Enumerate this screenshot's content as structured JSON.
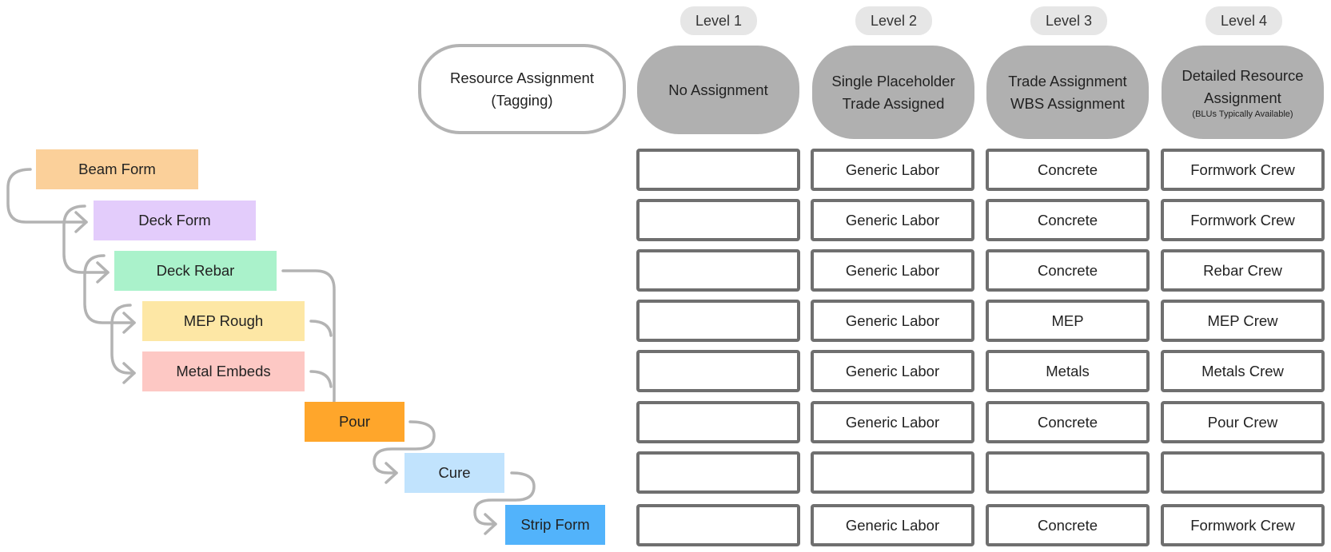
{
  "levels": [
    "Level 1",
    "Level 2",
    "Level 3",
    "Level 4"
  ],
  "resource_assignment": {
    "line1": "Resource Assignment",
    "line2": "(Tagging)"
  },
  "headers": [
    {
      "line1": "No Assignment",
      "line2": "",
      "note": ""
    },
    {
      "line1": "Single Placeholder",
      "line2": "Trade Assigned",
      "note": ""
    },
    {
      "line1": "Trade Assignment",
      "line2": "WBS Assignment",
      "note": ""
    },
    {
      "line1": "Detailed Resource",
      "line2": "Assignment",
      "note": "(BLUs Typically Available)"
    }
  ],
  "tasks": [
    {
      "label": "Beam Form",
      "color": "#fbd09a"
    },
    {
      "label": "Deck Form",
      "color": "#e3ccfb"
    },
    {
      "label": "Deck Rebar",
      "color": "#aaf2cb"
    },
    {
      "label": "MEP Rough",
      "color": "#fde7a5"
    },
    {
      "label": "Metal Embeds",
      "color": "#fdc8c4"
    },
    {
      "label": "Pour",
      "color": "#ffa62b"
    },
    {
      "label": "Cure",
      "color": "#c1e3fd"
    },
    {
      "label": "Strip Form",
      "color": "#52b3fb"
    }
  ],
  "grid": [
    [
      "",
      "Generic Labor",
      "Concrete",
      "Formwork Crew"
    ],
    [
      "",
      "Generic Labor",
      "Concrete",
      "Formwork Crew"
    ],
    [
      "",
      "Generic Labor",
      "Concrete",
      "Rebar Crew"
    ],
    [
      "",
      "Generic Labor",
      "MEP",
      "MEP Crew"
    ],
    [
      "",
      "Generic Labor",
      "Metals",
      "Metals Crew"
    ],
    [
      "",
      "Generic Labor",
      "Concrete",
      "Pour Crew"
    ],
    [
      "",
      "",
      "",
      ""
    ],
    [
      "",
      "Generic Labor",
      "Concrete",
      "Formwork Crew"
    ]
  ],
  "colors": {
    "connector": "#b3b3b3",
    "cell_border": "#6f6f6f",
    "header_fill": "#b0b0b0",
    "pill_fill": "#e6e6e6"
  }
}
